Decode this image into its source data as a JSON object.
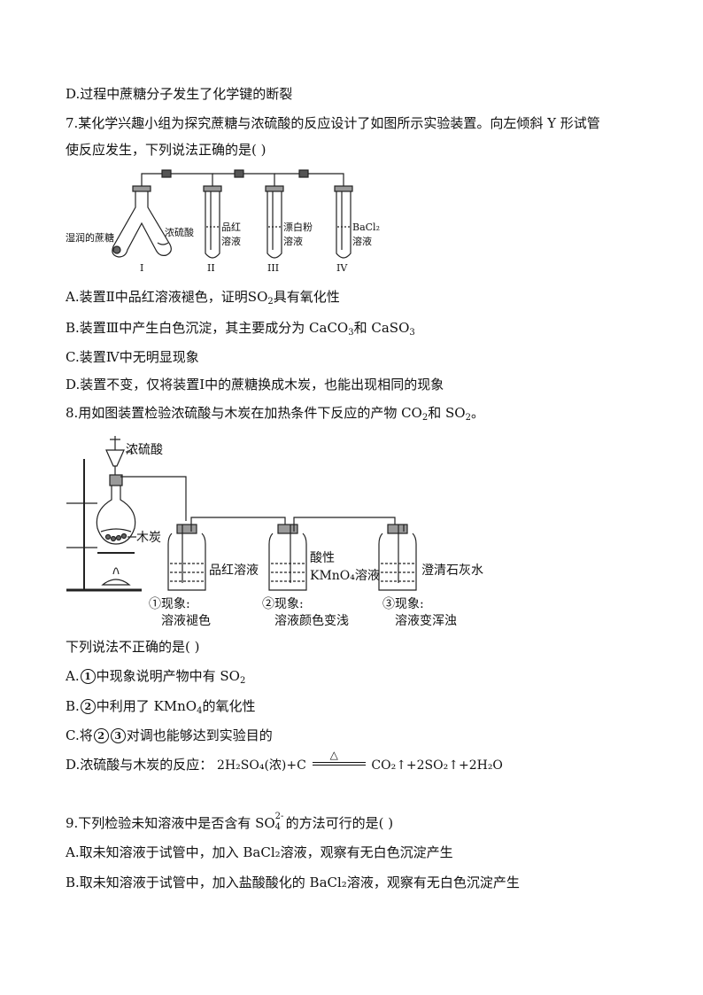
{
  "lines": {
    "l1": "D.过程中蔗糖分子发生了化学键的断裂",
    "q7a": "7.某化学兴趣小组为探究蔗糖与浓硫酸的反应设计了如图所示实验装置。向左倾斜 Y 形试管",
    "q7b": "使反应发生，下列说法正确的是(   )",
    "a7A_1": "A.装置Ⅱ中品红溶液褪色，证明SO",
    "a7A_2": "具有氧化性",
    "a7B_1": "B.装置Ⅲ中产生白色沉淀，其主要成分为 CaCO",
    "a7B_2": "和 CaSO",
    "a7C": "C.装置Ⅳ中无明显现象",
    "a7D": "D.装置不变，仅将装置Ⅰ中的蔗糖换成木炭，也能出现相同的现象",
    "q8_1": "8.用如图装置检验浓硫酸与木炭在加热条件下反应的产物 CO",
    "q8_2": "和 SO",
    "q8_3": "。",
    "q8b": "下列说法不正确的是(   )",
    "a8A_1": "A.",
    "a8A_2": "中现象说明产物中有 SO",
    "a8B_1": "B.",
    "a8B_2": "中利用了 KMnO",
    "a8B_3": "的氧化性",
    "a8C_1": "C.将",
    "a8C_2": "对调也能够达到实验目的",
    "a8D_1": "D.浓硫酸与木炭的反应：",
    "q9_1": "9.下列检验未知溶液中是否含有 SO",
    "q9_2": "的方法可行的是(   )",
    "a9A": "A.取未知溶液于试管中，加入 BaCl₂溶液，观察有无白色沉淀产生",
    "a9B": "B.取未知溶液于试管中，加入盐酸酸化的 BaCl₂溶液，观察有无白色沉淀产生"
  },
  "subs": {
    "two": "2",
    "three": "3",
    "four": "4",
    "sulfate_charge": "2-"
  },
  "circled": {
    "one": "1",
    "two": "2",
    "three": "3"
  },
  "equation": {
    "lhs": "2H₂SO₄(浓)+C",
    "heat": "△",
    "rhs": "CO₂↑+2SO₂↑+2H₂O"
  },
  "fig1": {
    "label_sugar": "湿润的蔗糖",
    "label_acid": "浓硫酸",
    "label_pinkred_1": "品红",
    "label_pinkred_2": "溶液",
    "label_bleach_1": "漂白粉",
    "label_bleach_2": "溶液",
    "label_bacl2_1": "BaCl₂",
    "label_bacl2_2": "溶液",
    "roman": [
      "I",
      "II",
      "III",
      "IV"
    ]
  },
  "fig2": {
    "label_acid": "浓硫酸",
    "label_carbon": "木炭",
    "label_pinkred": "品红溶液",
    "label_kmno4_1": "酸性",
    "label_kmno4_2": "KMnO₄溶液",
    "label_limewater": "澄清石灰水",
    "obs1_title": "①现象:",
    "obs1_text": "溶液褪色",
    "obs2_title": "②现象:",
    "obs2_text": "溶液颜色变浅",
    "obs3_title": "③现象:",
    "obs3_text": "溶液变浑浊"
  }
}
